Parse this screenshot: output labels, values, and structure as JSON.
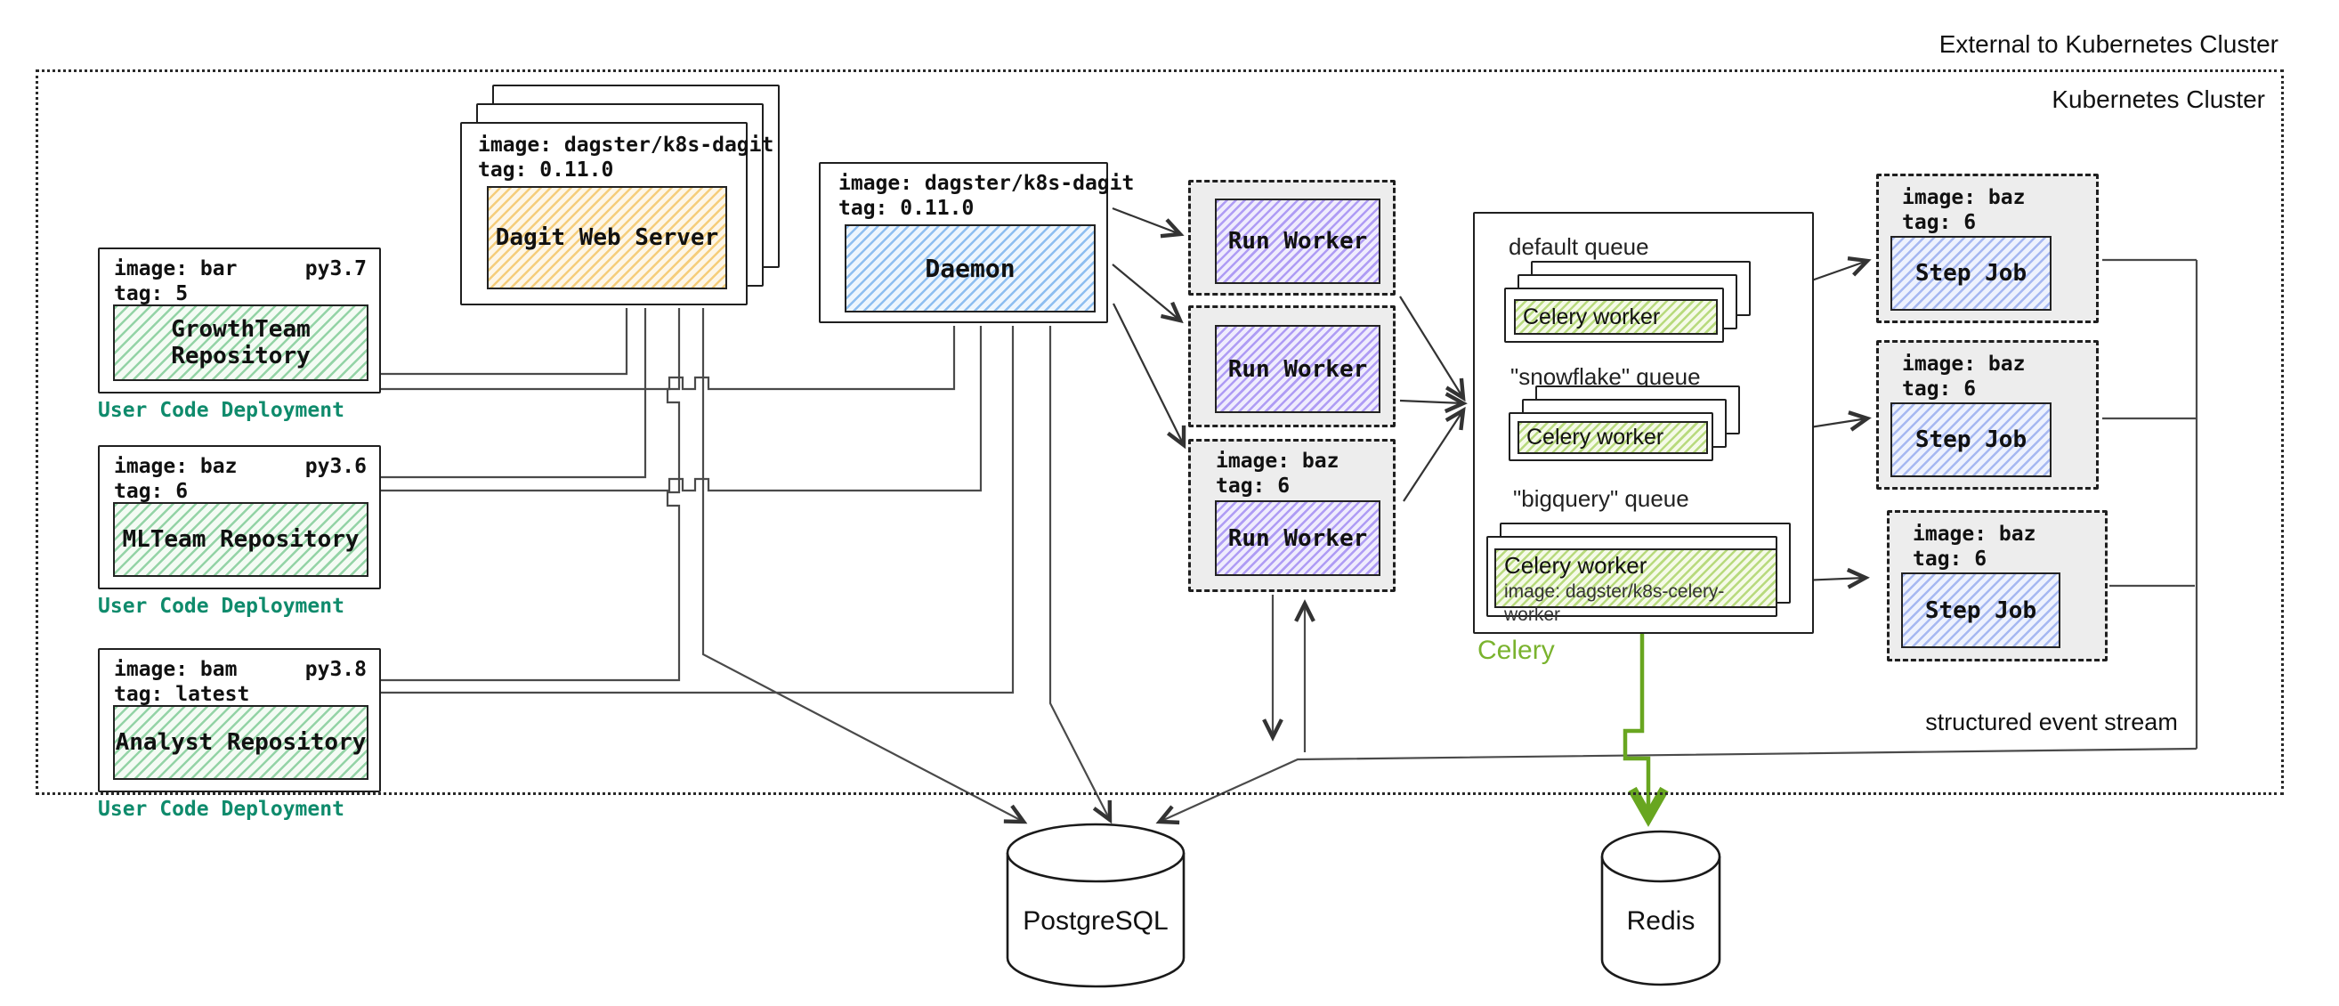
{
  "labels": {
    "external": "External to Kubernetes Cluster",
    "cluster": "Kubernetes Cluster",
    "event_stream": "structured event stream",
    "postgres": "PostgreSQL",
    "redis": "Redis",
    "celery": "Celery"
  },
  "repos": [
    {
      "image": "image: bar",
      "py": "py3.7",
      "tag": "tag: 5",
      "name": "GrowthTeam Repository",
      "caption": "User Code Deployment"
    },
    {
      "image": "image: baz",
      "py": "py3.6",
      "tag": "tag: 6",
      "name": "MLTeam Repository",
      "caption": "User Code Deployment"
    },
    {
      "image": "image: bam",
      "py": "py3.8",
      "tag": "tag: latest",
      "name": "Analyst Repository",
      "caption": "User Code Deployment"
    }
  ],
  "dagit": {
    "image": "image: dagster/k8s-dagit",
    "tag": "tag: 0.11.0",
    "name": "Dagit Web Server"
  },
  "daemon": {
    "image": "image: dagster/k8s-dagit",
    "tag": "tag: 0.11.0",
    "name": "Daemon"
  },
  "run_workers": [
    {
      "name": "Run Worker"
    },
    {
      "name": "Run Worker"
    },
    {
      "name": "Run Worker",
      "image": "image: baz",
      "tag": "tag: 6"
    }
  ],
  "queues": [
    {
      "label": "default queue",
      "worker": "Celery worker"
    },
    {
      "label": "\"snowflake\" queue",
      "worker": "Celery worker"
    },
    {
      "label": "\"bigquery\" queue",
      "worker": "Celery worker",
      "worker_image": "image: dagster/k8s-celery-worker"
    }
  ],
  "step_jobs": [
    {
      "image": "image: baz",
      "tag": "tag: 6",
      "name": "Step Job"
    },
    {
      "image": "image: baz",
      "tag": "tag: 6",
      "name": "Step Job"
    },
    {
      "image": "image: baz",
      "tag": "tag: 6",
      "name": "Step Job"
    }
  ],
  "colors": {
    "user_code_caption": "#0f8b6c",
    "celery_label": "#7ab32e",
    "celery_arrow": "#68a620",
    "repo_hatch": "#73c68c",
    "dagit_hatch": "#f3c360",
    "daemon_hatch": "#76b0ec",
    "run_worker_hatch": "#947af0",
    "step_job_hatch": "#8099eb",
    "celery_worker_hatch": "#9ecc50",
    "container_gray": "#ededed"
  }
}
